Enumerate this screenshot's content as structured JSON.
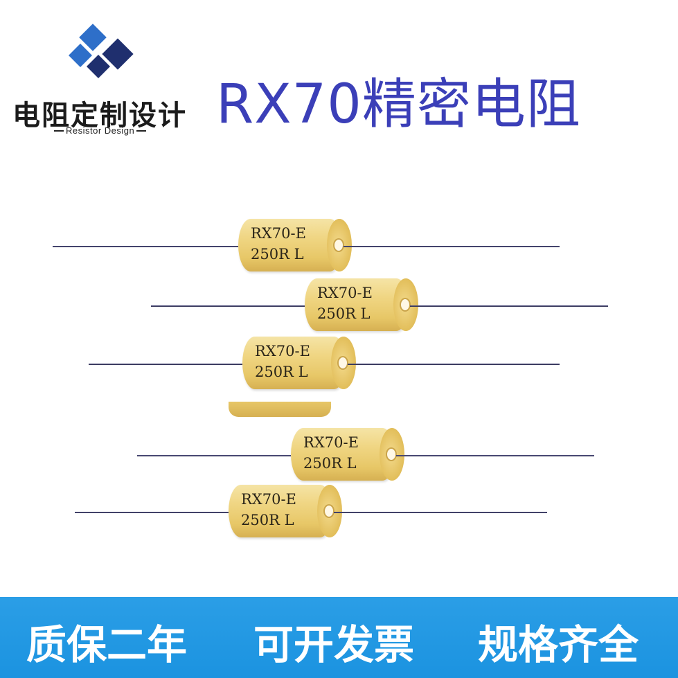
{
  "logo": {
    "name_cn": "电阻定制设计",
    "name_en": "Resistor Design",
    "colors": {
      "blue": "#2e6fc9",
      "navy": "#1f2f6e"
    }
  },
  "title": "RX70精密电阻",
  "resistors": [
    {
      "line1": "RX70-E",
      "line2": "250R L"
    },
    {
      "line1": "RX70-E",
      "line2": "250R L"
    },
    {
      "line1": "RX70-E",
      "line2": "250R L"
    },
    {
      "line1": "RX70-E",
      "line2": "250R L"
    },
    {
      "line1": "RX70-E",
      "line2": "250R L"
    }
  ],
  "footer": {
    "items": [
      "质保二年",
      "可开发票",
      "规格齐全"
    ],
    "background": "#1b93e0"
  }
}
